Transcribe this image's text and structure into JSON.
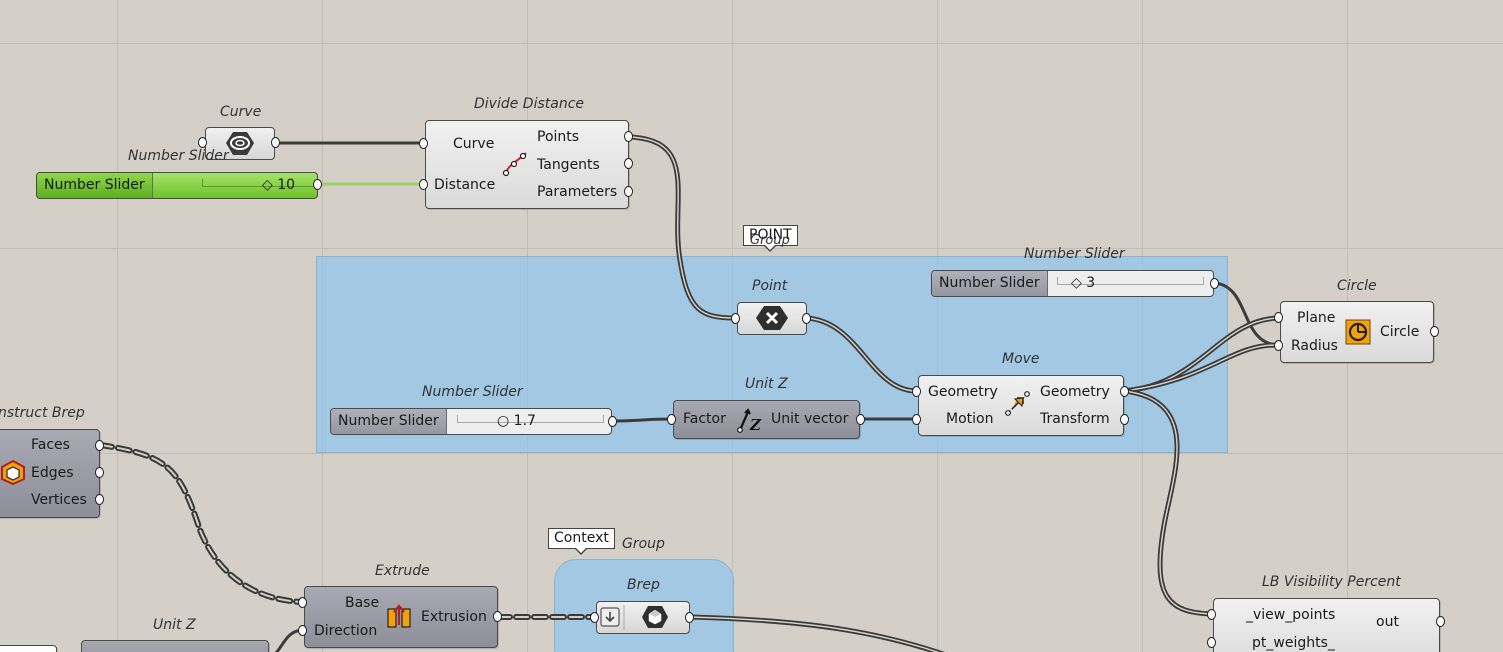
{
  "canvas": {
    "background": "#d4d0c8",
    "grid_color": "#c1bdb4",
    "group_color": "#8cc4f0"
  },
  "groups": {
    "point_group": {
      "title": "Group",
      "tag": "POINT"
    },
    "context_group": {
      "title": "Group",
      "tag": "Context"
    }
  },
  "curve": {
    "title": "Curve",
    "icon": "curve-param-icon"
  },
  "slider_top": {
    "title": "Number Slider",
    "name": "Number Slider",
    "value": "10",
    "color": "#7cc73a"
  },
  "divide": {
    "title": "Divide Distance",
    "inputs": [
      "Curve",
      "Distance"
    ],
    "outputs": [
      "Points",
      "Tangents",
      "Parameters"
    ],
    "icon": "divide-distance-icon"
  },
  "point": {
    "title": "Point",
    "icon": "point-param-icon"
  },
  "slider_r": {
    "title": "Number Slider",
    "name": "Number Slider",
    "value": "3"
  },
  "slider_z": {
    "title": "Number Slider",
    "name": "Number Slider",
    "value": "1.7"
  },
  "unitz": {
    "title": "Unit Z",
    "input": "Factor",
    "output": "Unit vector",
    "icon": "unit-z-icon"
  },
  "move": {
    "title": "Move",
    "inputs": [
      "Geometry",
      "Motion"
    ],
    "outputs": [
      "Geometry",
      "Transform"
    ],
    "icon": "move-icon"
  },
  "circle": {
    "title": "Circle",
    "inputs": [
      "Plane",
      "Radius"
    ],
    "output": "Circle",
    "icon": "circle-icon"
  },
  "brep_construct": {
    "title": "nstruct Brep",
    "outputs": [
      "Faces",
      "Edges",
      "Vertices"
    ],
    "icon": "construct-brep-icon"
  },
  "extrude": {
    "title": "Extrude",
    "inputs": [
      "Base",
      "Direction"
    ],
    "output": "Extrusion",
    "icon": "extrude-icon"
  },
  "brep": {
    "title": "Brep",
    "icon": "brep-param-icon"
  },
  "unitz2": {
    "title": "Unit Z"
  },
  "lbvis": {
    "title": "LB Visibility Percent",
    "inputs": [
      "_view_points",
      "pt_weights_"
    ],
    "output": "out"
  }
}
